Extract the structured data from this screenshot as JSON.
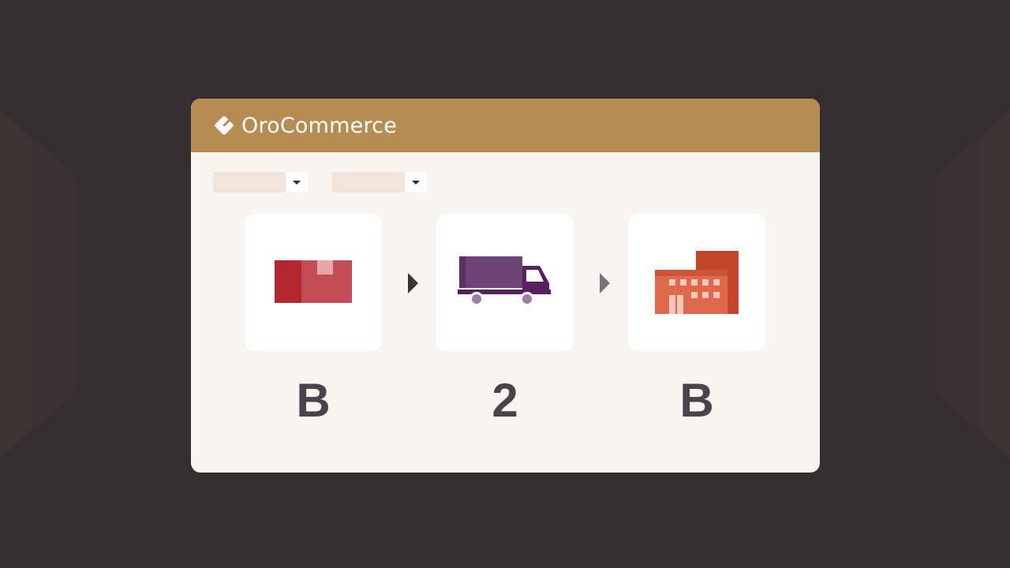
{
  "app": {
    "brand_name": "OroCommerce",
    "brand_color": "#b68c53"
  },
  "filters": {
    "left": {
      "value": ""
    },
    "right": {
      "value": ""
    }
  },
  "flow": {
    "steps": [
      {
        "icon": "package-box-icon",
        "label": "B"
      },
      {
        "icon": "delivery-truck-icon",
        "label": "2"
      },
      {
        "icon": "factory-building-icon",
        "label": "B"
      }
    ],
    "connector_icons": [
      "arrow-right-icon",
      "arrow-right-icon"
    ]
  }
}
